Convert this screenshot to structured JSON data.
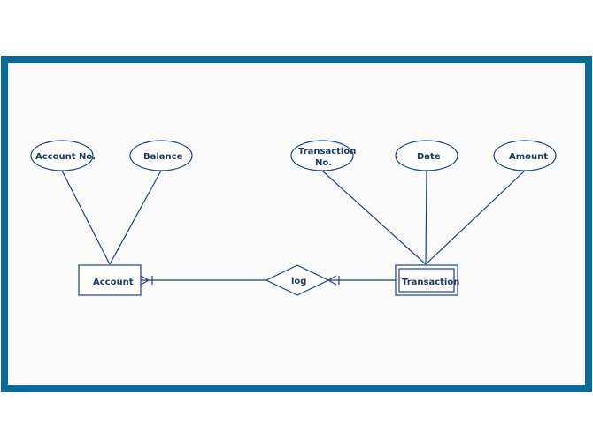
{
  "colors": {
    "frame": "#086a9a",
    "stroke": "#1a3f92",
    "text": "#1b3a6b",
    "canvas": "#fafafa"
  },
  "entities": {
    "account": {
      "label": "Account",
      "type": "strong-entity"
    },
    "transaction": {
      "label": "Transaction",
      "type": "weak-entity"
    }
  },
  "relationship": {
    "label": "log",
    "type": "identifying-relationship"
  },
  "attributes": {
    "account_no": {
      "label": "Account No."
    },
    "balance": {
      "label": "Balance"
    },
    "transaction_no_line1": {
      "label": "Transaction"
    },
    "transaction_no_line2": {
      "label": "No."
    },
    "date": {
      "label": "Date"
    },
    "amount": {
      "label": "Amount"
    }
  },
  "cardinality": {
    "account_side": "crow's foot, one-or-many",
    "transaction_side": "crow's foot, one-or-many"
  }
}
